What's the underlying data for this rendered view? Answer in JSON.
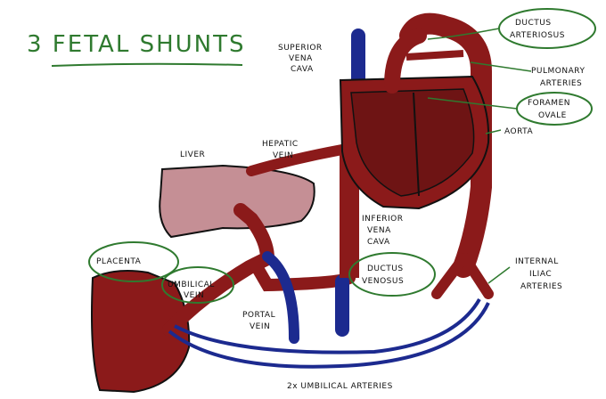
{
  "title": "3 FETAL SHUNTS",
  "labels": {
    "svc": [
      "SUPERIOR",
      "VENA",
      "CAVA"
    ],
    "ductus_arteriosus": [
      "DUCTUS",
      "ARTERIOSUS"
    ],
    "pulmonary_arteries": [
      "PULMONARY",
      "ARTERIES"
    ],
    "foramen_ovale": [
      "FORAMEN",
      "OVALE"
    ],
    "aorta": "AORTA",
    "liver": "LIVER",
    "hepatic_vein": [
      "HEPATIC",
      "VEIN"
    ],
    "ivc": [
      "INFERIOR",
      "VENA",
      "CAVA"
    ],
    "placenta": "PLACENTA",
    "umbilical_vein": [
      "UMBILICAL",
      "VEIN"
    ],
    "ductus_venosus": [
      "DUCTUS",
      "VENOSUS"
    ],
    "portal_vein": [
      "PORTAL",
      "VEIN"
    ],
    "internal_iliac": [
      "INTERNAL",
      "ILIAC",
      "ARTERIES"
    ],
    "umbilical_arteries": "2x UMBILICAL ARTERIES"
  },
  "colors": {
    "artery": "#8b1a1a",
    "heart_inner": "#6e1414",
    "vein": "#1c2a8f",
    "liver": "#c58f95",
    "annotation": "#2f7a2f",
    "outline": "#111111"
  }
}
